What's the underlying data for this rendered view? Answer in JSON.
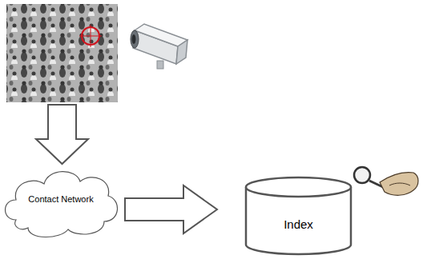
{
  "diagram": {
    "nodes": [
      {
        "text": [
          "Contact Network"
        ]
      },
      {
        "text": [
          "Index"
        ]
      }
    ],
    "edges": [
      {
        "from": 0,
        "to": 1,
        "arrow": "to"
      }
    ]
  }
}
